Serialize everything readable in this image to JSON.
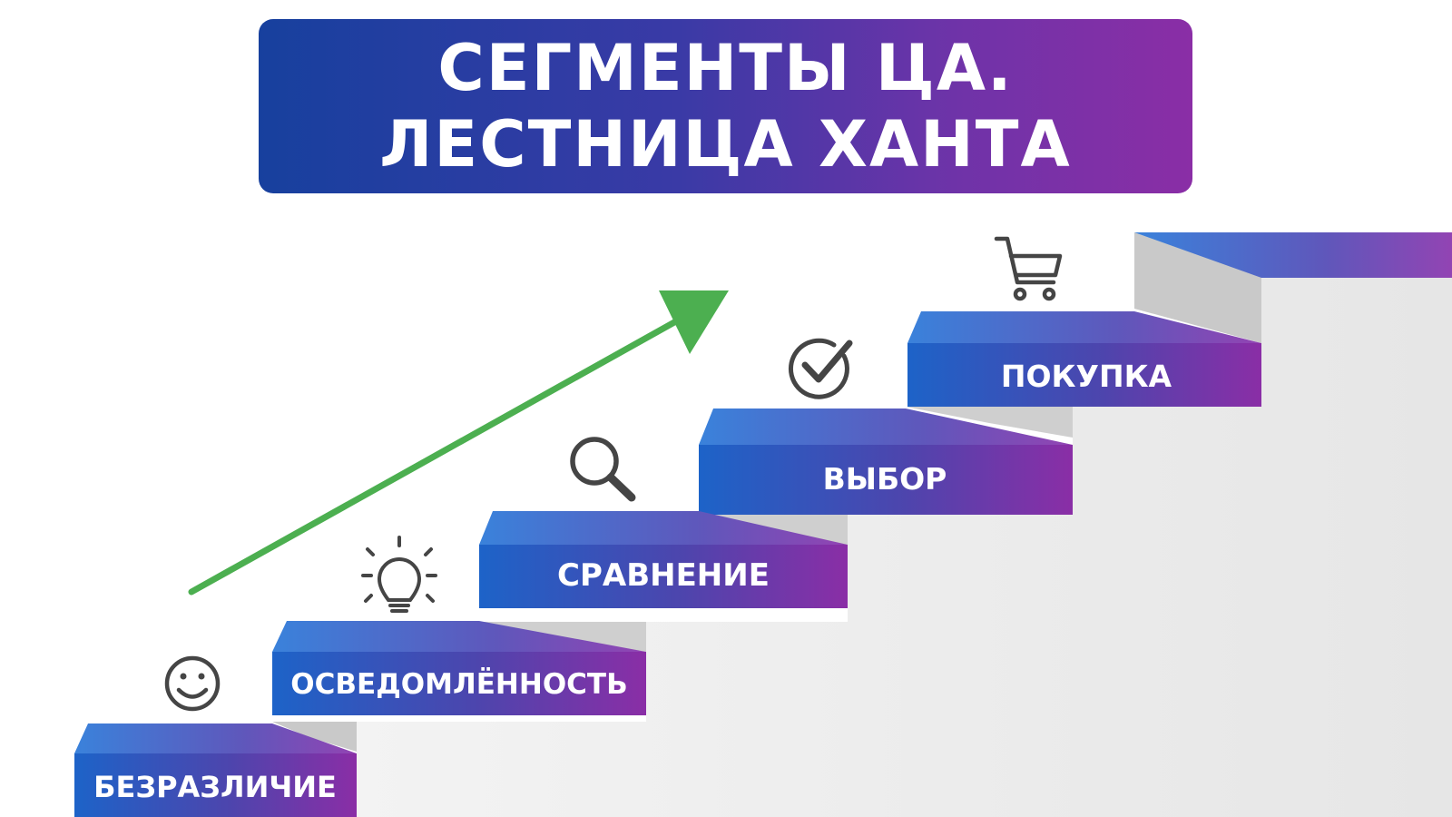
{
  "title": {
    "line1": "СЕГМЕНТЫ ЦА.",
    "line2": "ЛЕСТНИЦА ХАНТА"
  },
  "colors": {
    "gradient_start": "#1c63c7",
    "gradient_end": "#8a2ea6",
    "arrow": "#4caf50",
    "icons": "#454545",
    "wall": "#efefef"
  },
  "steps": [
    {
      "label": "БЕЗРАЗЛИЧИЕ",
      "icon": "smiley-icon"
    },
    {
      "label": "ОСВЕДОМЛЁННОСТЬ",
      "icon": "lightbulb-icon"
    },
    {
      "label": "СРАВНЕНИЕ",
      "icon": "magnifier-icon"
    },
    {
      "label": "ВЫБОР",
      "icon": "checkmark-icon"
    },
    {
      "label": "ПОКУПКА",
      "icon": "cart-icon"
    }
  ]
}
